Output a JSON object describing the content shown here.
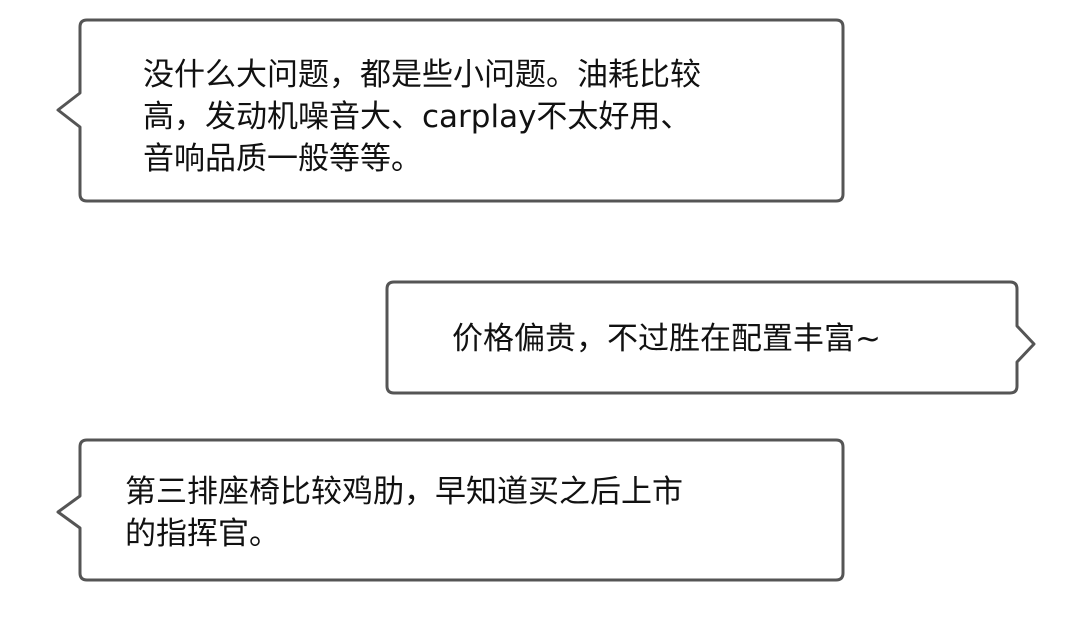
{
  "colors": {
    "border": "#555555",
    "background": "#ffffff",
    "text": "#111111"
  },
  "bubbles": [
    {
      "side": "left",
      "lines": [
        "没什么大问题，都是些小问题。油耗比较",
        "高，发动机噪音大、carplay不太好用、",
        "音响品质一般等等。"
      ]
    },
    {
      "side": "right",
      "lines": [
        "价格偏贵，不过胜在配置丰富~"
      ]
    },
    {
      "side": "left",
      "lines": [
        "第三排座椅比较鸡肋，早知道买之后上市",
        "的指挥官。"
      ]
    }
  ]
}
